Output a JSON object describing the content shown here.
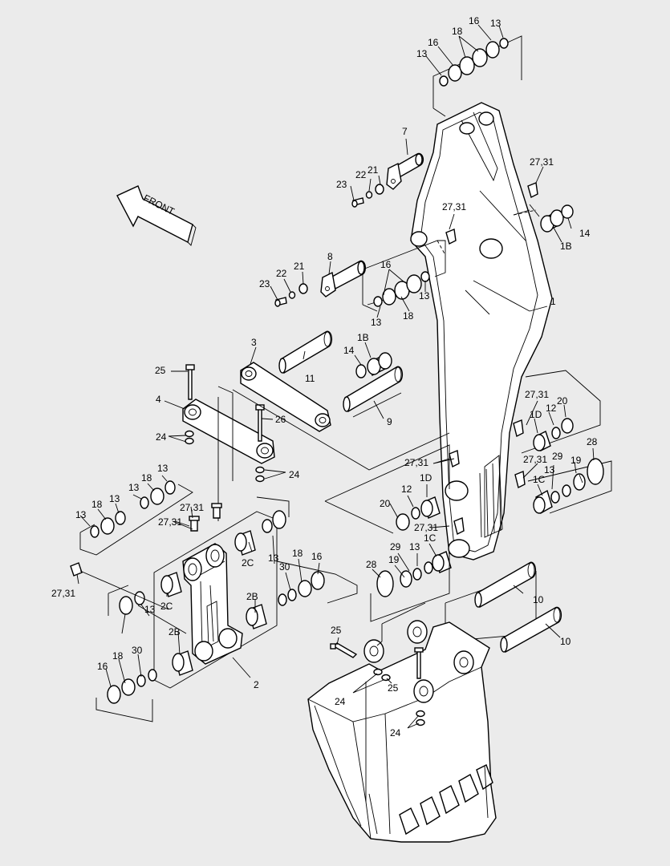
{
  "direction_label": "FRONT",
  "labels": [
    {
      "id": "l1",
      "text": "16"
    },
    {
      "id": "l2",
      "text": "13"
    },
    {
      "id": "l3",
      "text": "18"
    },
    {
      "id": "l4",
      "text": "16"
    },
    {
      "id": "l5",
      "text": "13"
    },
    {
      "id": "l6",
      "text": "7"
    },
    {
      "id": "l7",
      "text": "27,31"
    },
    {
      "id": "l8",
      "text": "22"
    },
    {
      "id": "l9",
      "text": "21"
    },
    {
      "id": "l10",
      "text": "23"
    },
    {
      "id": "l11",
      "text": "27,31"
    },
    {
      "id": "l12",
      "text": "14"
    },
    {
      "id": "l13",
      "text": "1B"
    },
    {
      "id": "l14",
      "text": "8"
    },
    {
      "id": "l15",
      "text": "21"
    },
    {
      "id": "l16",
      "text": "22"
    },
    {
      "id": "l17",
      "text": "23"
    },
    {
      "id": "l18",
      "text": "16"
    },
    {
      "id": "l19",
      "text": "13"
    },
    {
      "id": "l20",
      "text": "18"
    },
    {
      "id": "l21",
      "text": "13"
    },
    {
      "id": "l22",
      "text": "1"
    },
    {
      "id": "l23",
      "text": "3"
    },
    {
      "id": "l24",
      "text": "1B"
    },
    {
      "id": "l25",
      "text": "14"
    },
    {
      "id": "l26",
      "text": "11"
    },
    {
      "id": "l27",
      "text": "25"
    },
    {
      "id": "l28",
      "text": "4"
    },
    {
      "id": "l29",
      "text": "9"
    },
    {
      "id": "l30",
      "text": "26"
    },
    {
      "id": "l31",
      "text": "24"
    },
    {
      "id": "l32",
      "text": "27,31"
    },
    {
      "id": "l33",
      "text": "20"
    },
    {
      "id": "l34",
      "text": "12"
    },
    {
      "id": "l35",
      "text": "1D"
    },
    {
      "id": "l36",
      "text": "28"
    },
    {
      "id": "l37",
      "text": "27,31"
    },
    {
      "id": "l38",
      "text": "24"
    },
    {
      "id": "l39",
      "text": "27,31"
    },
    {
      "id": "l40",
      "text": "29"
    },
    {
      "id": "l41",
      "text": "19"
    },
    {
      "id": "l42",
      "text": "13"
    },
    {
      "id": "l43",
      "text": "1C"
    },
    {
      "id": "l44",
      "text": "13"
    },
    {
      "id": "l45",
      "text": "18"
    },
    {
      "id": "l46",
      "text": "13"
    },
    {
      "id": "l47",
      "text": "13"
    },
    {
      "id": "l48",
      "text": "18"
    },
    {
      "id": "l49",
      "text": "13"
    },
    {
      "id": "l50",
      "text": "1D"
    },
    {
      "id": "l51",
      "text": "12"
    },
    {
      "id": "l52",
      "text": "20"
    },
    {
      "id": "l53",
      "text": "27,31"
    },
    {
      "id": "l54",
      "text": "27,31"
    },
    {
      "id": "l55",
      "text": "27,31"
    },
    {
      "id": "l56",
      "text": "1C"
    },
    {
      "id": "l57",
      "text": "29"
    },
    {
      "id": "l58",
      "text": "13"
    },
    {
      "id": "l59",
      "text": "19"
    },
    {
      "id": "l60",
      "text": "28"
    },
    {
      "id": "l61",
      "text": "2C"
    },
    {
      "id": "l62",
      "text": "13"
    },
    {
      "id": "l63",
      "text": "18"
    },
    {
      "id": "l64",
      "text": "16"
    },
    {
      "id": "l65",
      "text": "30"
    },
    {
      "id": "l66",
      "text": "2C"
    },
    {
      "id": "l67",
      "text": "2B"
    },
    {
      "id": "l68",
      "text": "27,31"
    },
    {
      "id": "l69",
      "text": "13"
    },
    {
      "id": "l70",
      "text": "2B"
    },
    {
      "id": "l71",
      "text": "10"
    },
    {
      "id": "l72",
      "text": "10"
    },
    {
      "id": "l73",
      "text": "30"
    },
    {
      "id": "l74",
      "text": "18"
    },
    {
      "id": "l75",
      "text": "16"
    },
    {
      "id": "l76",
      "text": "2"
    },
    {
      "id": "l77",
      "text": "25"
    },
    {
      "id": "l78",
      "text": "25"
    },
    {
      "id": "l79",
      "text": "24"
    },
    {
      "id": "l80",
      "text": "24"
    }
  ]
}
